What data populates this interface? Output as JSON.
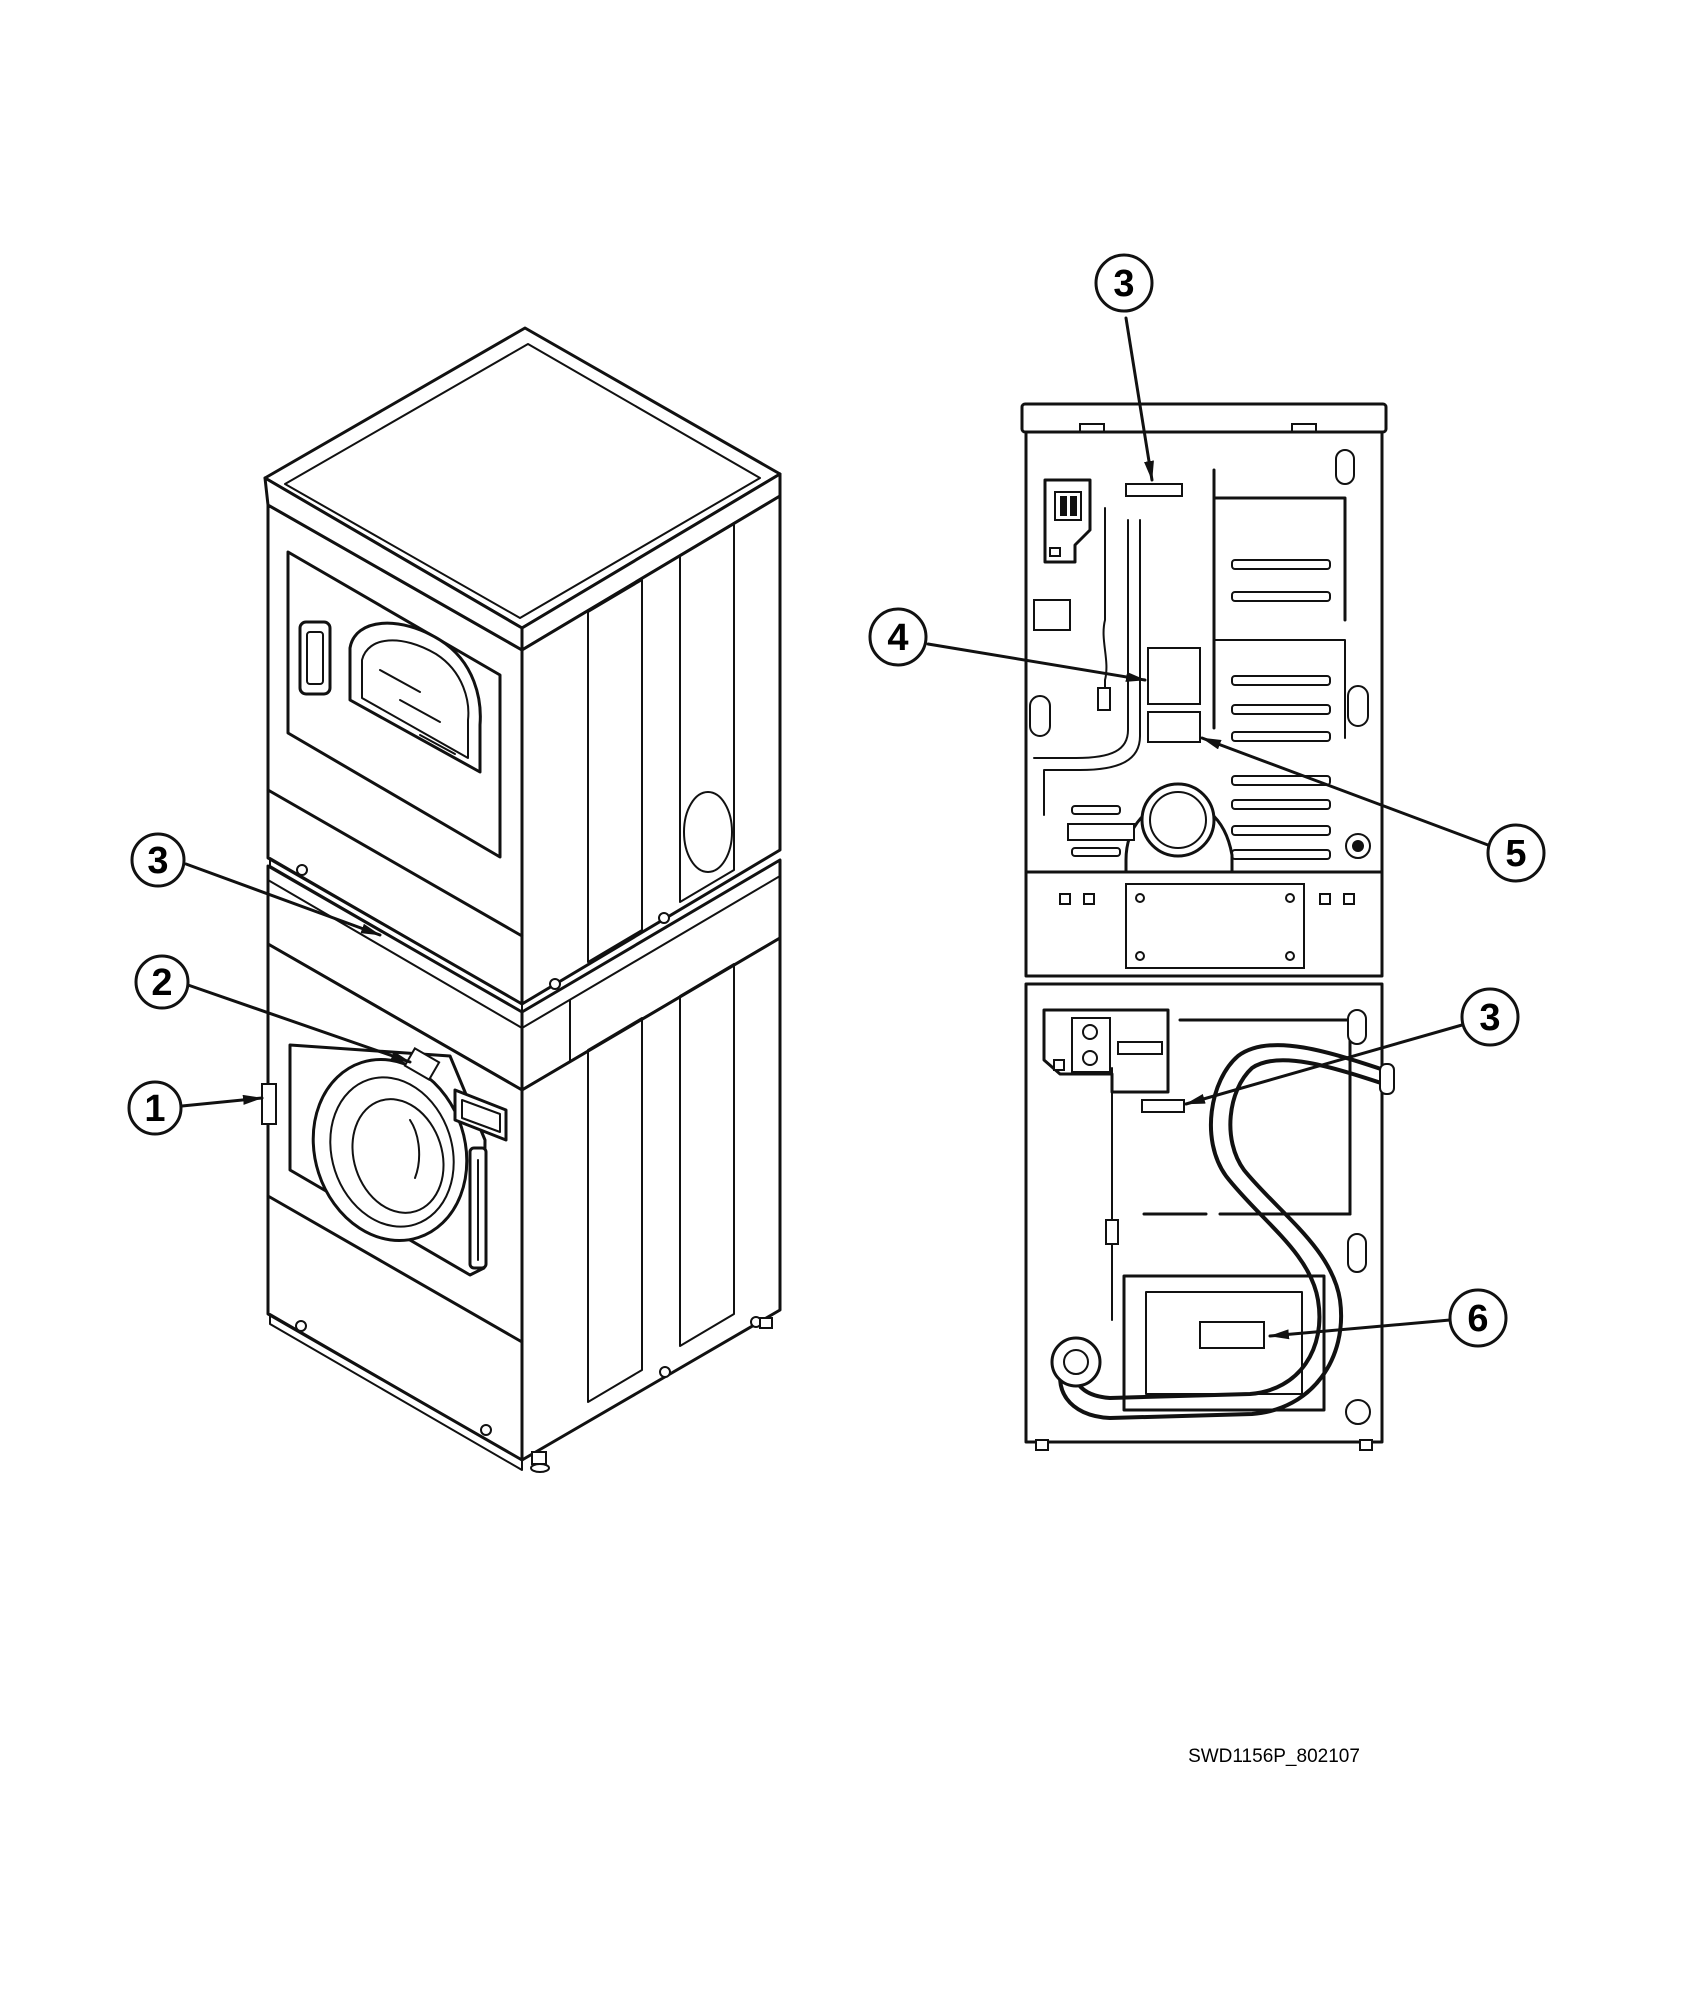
{
  "callouts": {
    "c1": "1",
    "c2": "2",
    "c3a": "3",
    "c3b": "3",
    "c3c": "3",
    "c4": "4",
    "c5": "5",
    "c6": "6"
  },
  "document_id": "SWD1156P_802107"
}
